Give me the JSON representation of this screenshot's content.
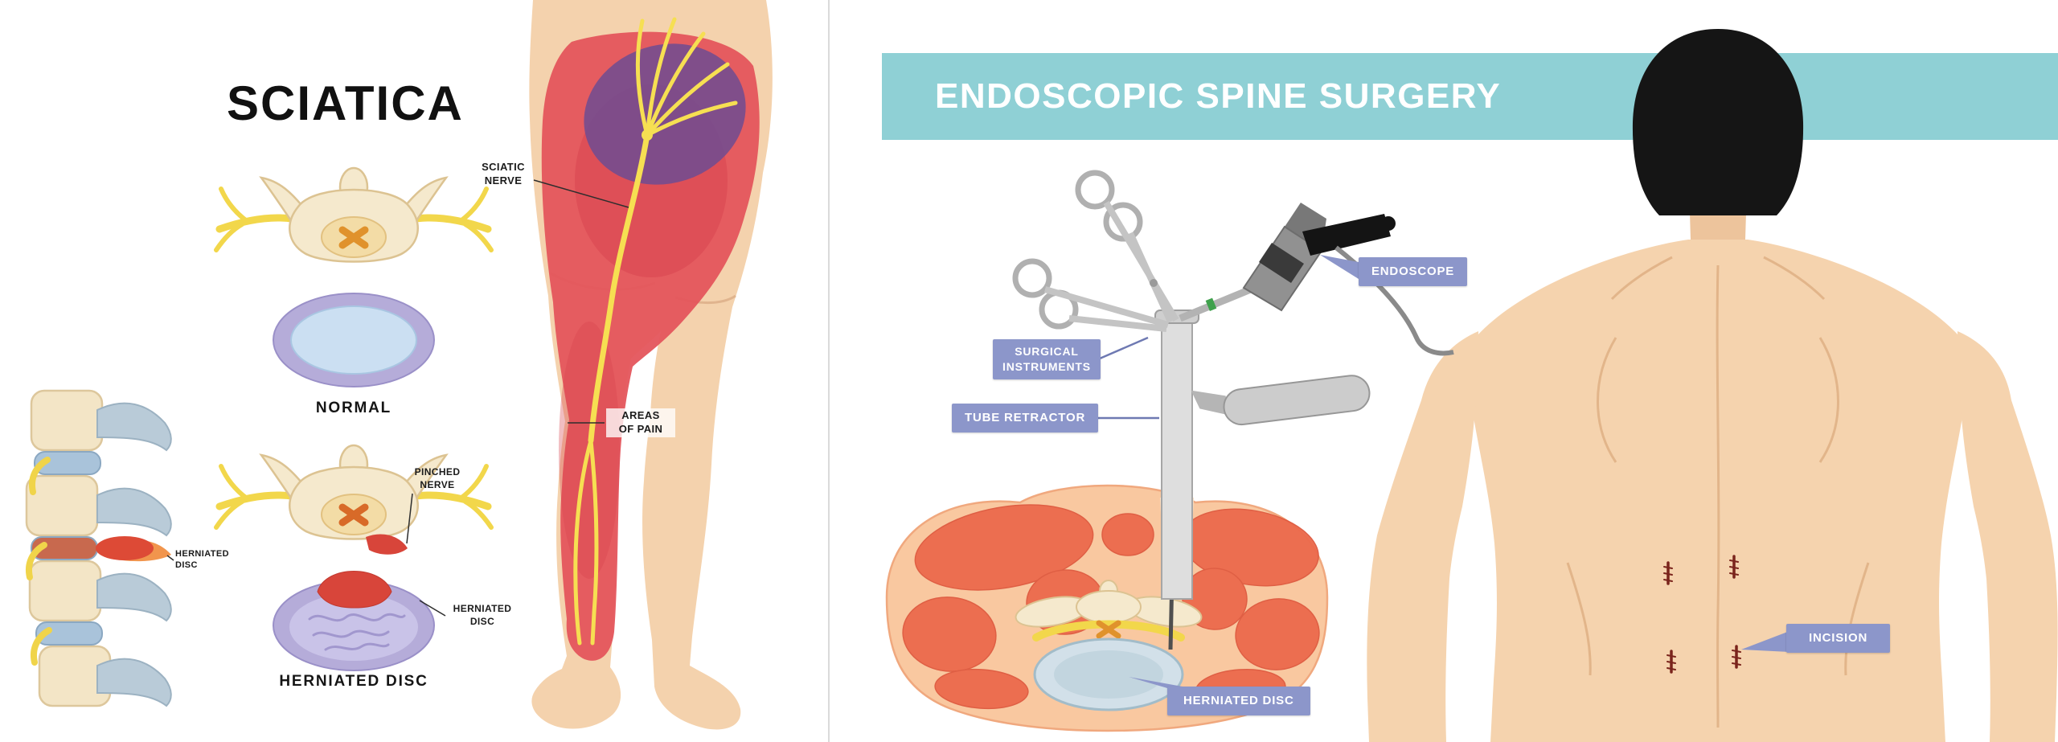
{
  "left_panel": {
    "title": "SCIATICA",
    "captions": {
      "normal": "NORMAL",
      "herniated_disc": "HERNIATED DISC"
    },
    "labels": {
      "sciatic_nerve": "SCIATIC\nNERVE",
      "areas_of_pain": "AREAS\nOF PAIN",
      "pinched_nerve": "PINCHED\nNERVE",
      "herniated_disc_detail": "HERNIATED\nDISC",
      "herniated_disc_spine": "HERNIATED\nDISC"
    }
  },
  "right_panel": {
    "banner_title": "ENDOSCOPIC SPINE SURGERY",
    "badges": {
      "endoscope": "ENDOSCOPE",
      "surgical_instruments": "SURGICAL\nINSTRUMENTS",
      "tube_retractor": "TUBE RETRACTOR",
      "herniated_disc": "HERNIATED DISC",
      "incision": "INCISION"
    }
  },
  "colors": {
    "banner_teal": "#8fd0d5",
    "badge_periwinkle": "#8c96ca",
    "skin": "#f5d3ae",
    "pain_red": "#e4555c",
    "buttock_purple": "#6f4b92",
    "nerve_yellow": "#f6df52",
    "bone_cream": "#f5e9cd",
    "disc_purple": "#b5acd9",
    "disc_blue": "#cbdff2",
    "herniation_red": "#d8453a",
    "tissue_orange": "#ec6a4d",
    "tissue_light": "#f9c8a0",
    "hair_black": "#151515"
  }
}
